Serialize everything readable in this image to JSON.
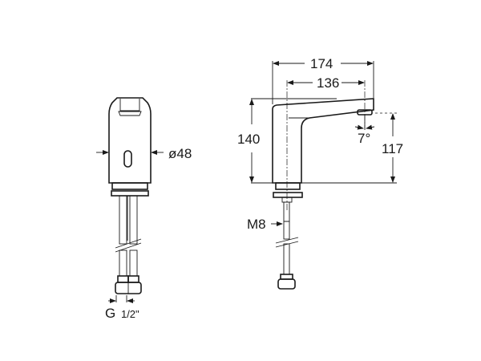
{
  "diagram": {
    "type": "technical-dimension-drawing",
    "subject": "electronic basin faucet",
    "views": {
      "front": {
        "diameter_label": "ø48",
        "thread_label_main": "G",
        "thread_label_fraction": "1/2\""
      },
      "side": {
        "overall_length_label": "174",
        "spout_reach_label": "136",
        "overall_height_label": "140",
        "outlet_height_label": "117",
        "spout_angle_label": "7°",
        "stud_label": "M8"
      }
    },
    "colors": {
      "line": "#1a1a1a",
      "background": "#ffffff",
      "hose_fill": "#8a8a8a"
    }
  }
}
